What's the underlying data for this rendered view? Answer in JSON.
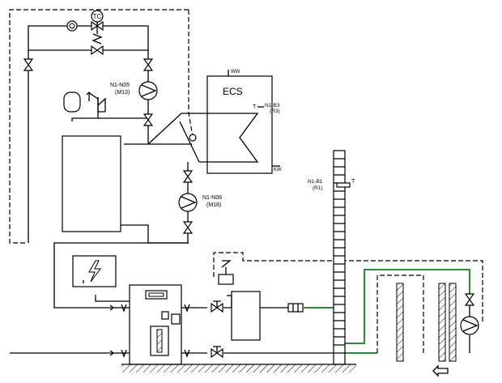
{
  "labels": {
    "ecs": "ECS",
    "ww": "WW",
    "kw": "KW",
    "tc": "TC",
    "t_tank": "T",
    "t_outdoor": "T",
    "n1_n05": "N1-N05",
    "m13": "(M13)",
    "n1_b3": "N1-B3",
    "r3": "(R3)",
    "n1_n06": "N1-N06",
    "m18": "(M18)",
    "n1_b1": "N1-B1",
    "r1": "(R1)"
  },
  "colors": {
    "line": "#000000",
    "green_pipe": "#2e8b2e",
    "background": "#ffffff"
  },
  "icons": [
    "lightning-icon",
    "arrow-left-icon"
  ]
}
